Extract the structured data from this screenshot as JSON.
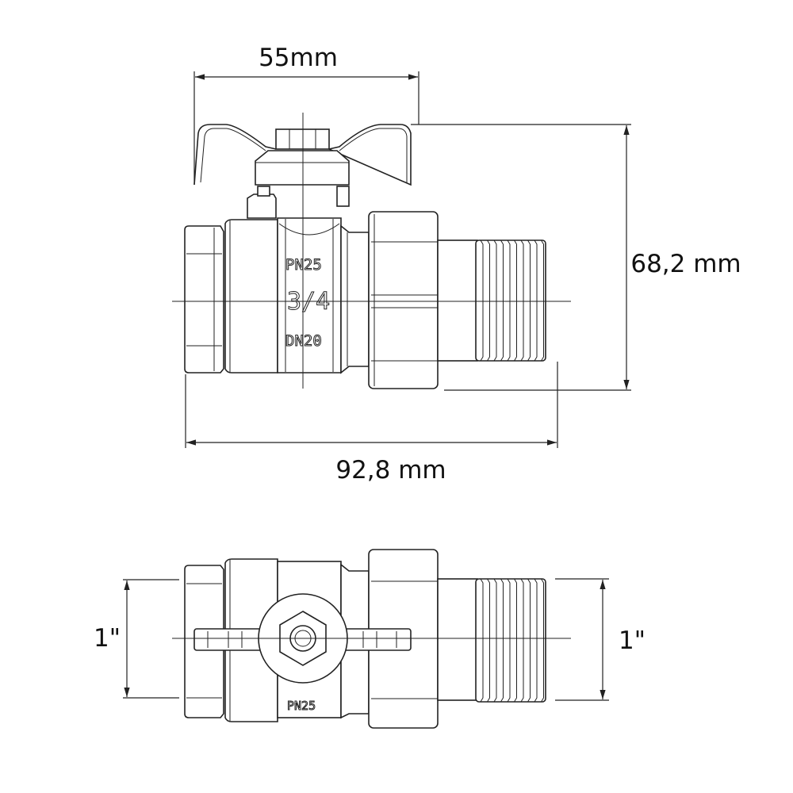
{
  "dimensions": {
    "handle_width": "55mm",
    "height": "68,2 mm",
    "length": "92,8 mm",
    "inlet_size": "1\"",
    "outlet_size": "1\""
  },
  "body_markings": {
    "pressure": "PN25",
    "size": "3/4",
    "nominal_diameter": "DN20",
    "bottom_marking": "PN25"
  }
}
